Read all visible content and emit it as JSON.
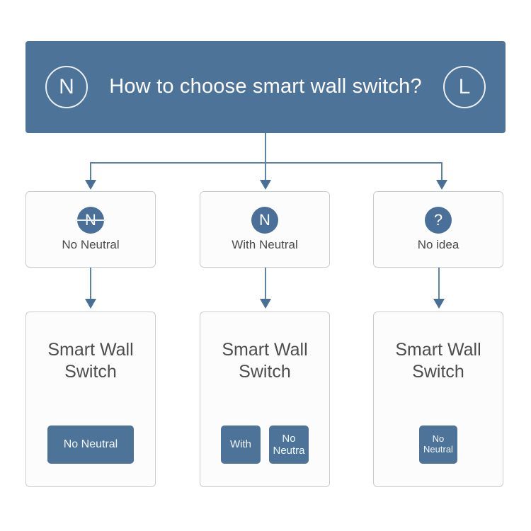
{
  "header": {
    "left_badge": "N",
    "right_badge": "L",
    "title": "How to choose smart wall switch?",
    "bg_color": "#4d7399"
  },
  "options": [
    {
      "badge": "N",
      "badge_struck": true,
      "label": "No Neutral"
    },
    {
      "badge": "N",
      "badge_struck": false,
      "label": "With Neutral"
    },
    {
      "badge": "?",
      "badge_struck": false,
      "label": "No idea"
    }
  ],
  "cards": [
    {
      "title": "Smart Wall Switch",
      "buttons": [
        {
          "line1": "No Neutral",
          "line2": ""
        }
      ]
    },
    {
      "title": "Smart Wall Switch",
      "buttons": [
        {
          "line1": "With",
          "line2": ""
        },
        {
          "line1": "No",
          "line2": "Neutra"
        }
      ]
    },
    {
      "title": "Smart Wall Switch",
      "buttons": [
        {
          "line1": "No",
          "line2": "Neutral"
        }
      ]
    }
  ],
  "colors": {
    "accent": "#4d7399",
    "connector": "#5b82a8",
    "card_border": "#c8cdd2",
    "label_text": "#4a4a4a"
  }
}
